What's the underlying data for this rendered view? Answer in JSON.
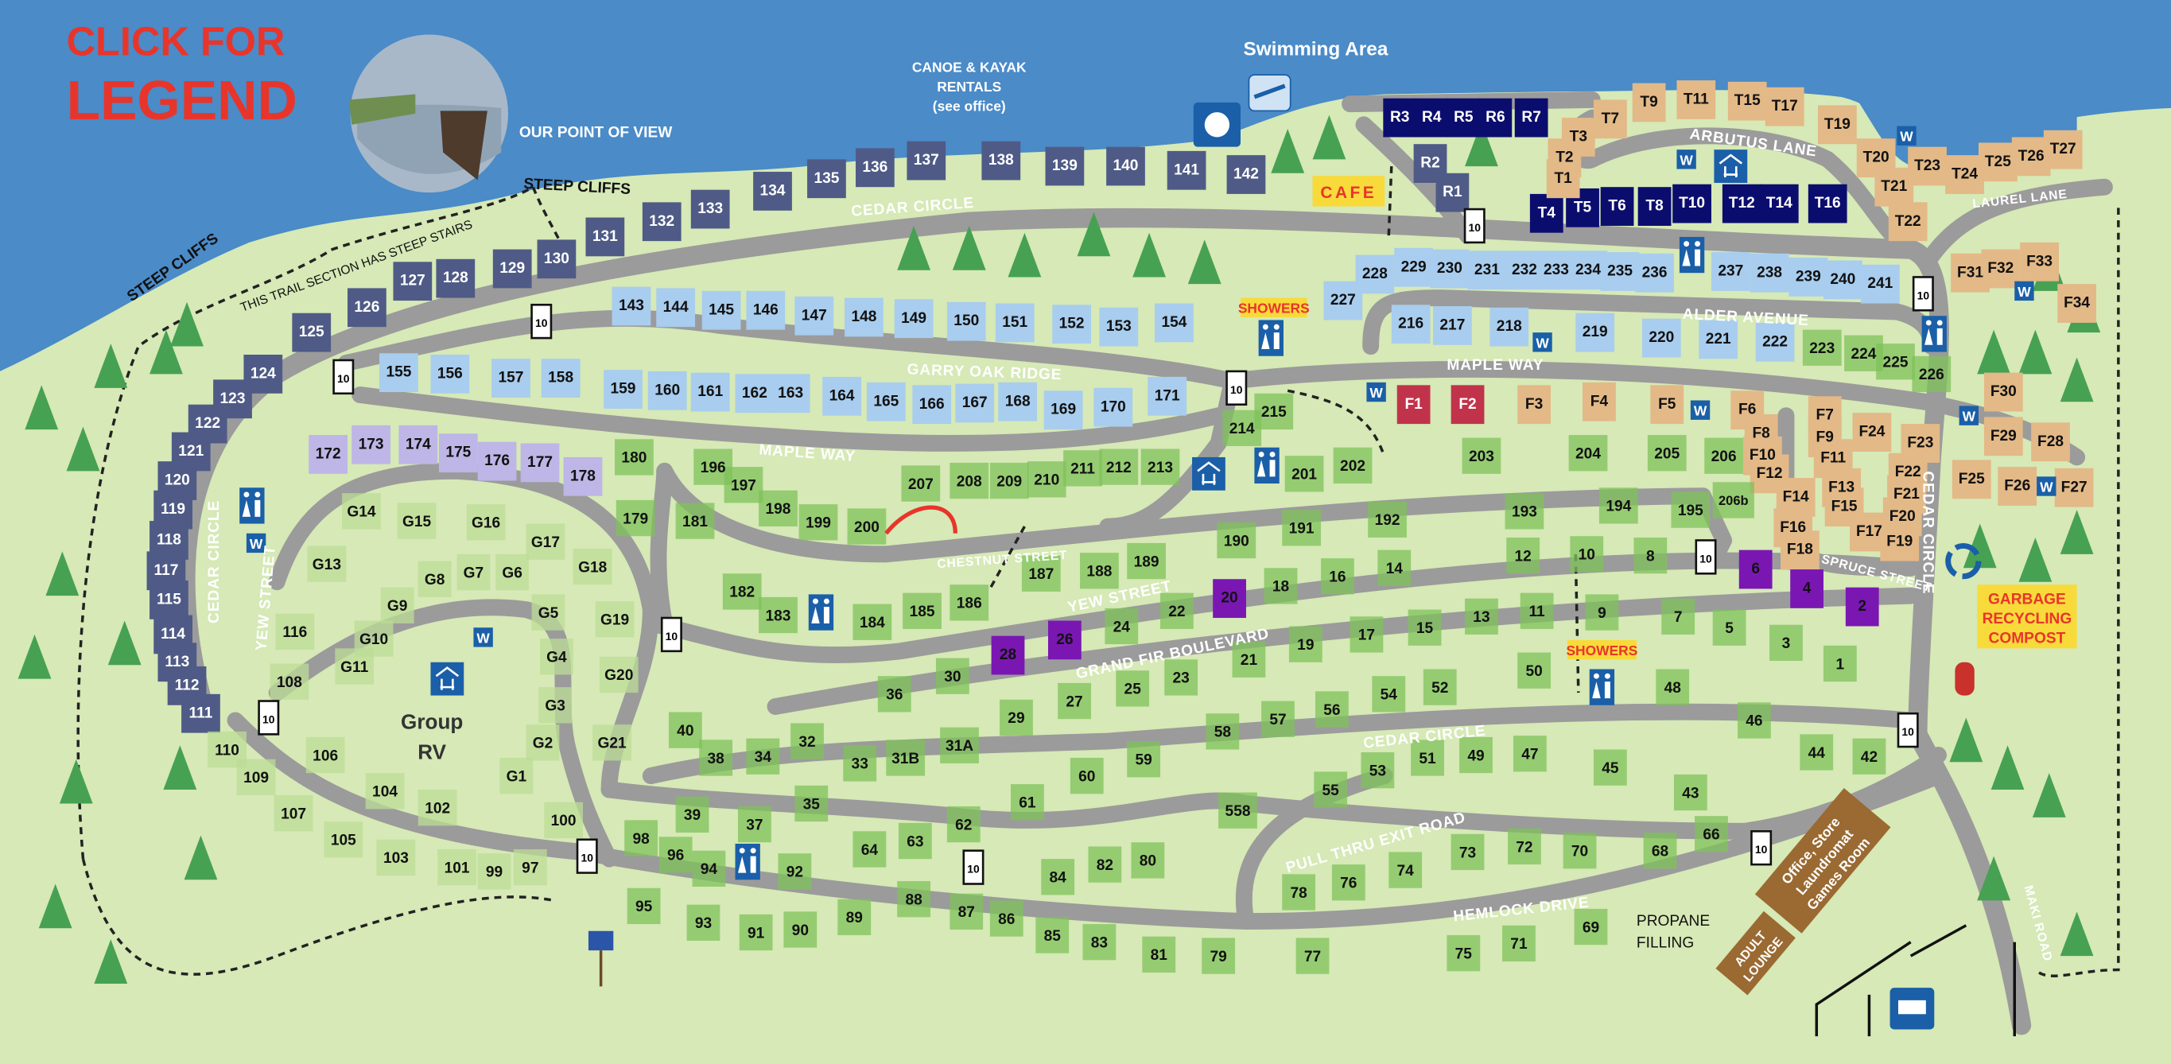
{
  "legend_button": {
    "line1": "CLICK FOR",
    "line2": "LEGEND"
  },
  "labels": {
    "point_of_view": "OUR POINT OF VIEW",
    "steep_cliffs_1": "STEEP CLIFFS",
    "steep_cliffs_2": "STEEP CLIFFS",
    "trail_note": "THIS TRAIL SECTION HAS STEEP STAIRS",
    "canoe_1": "CANOE & KAYAK",
    "canoe_2": "RENTALS",
    "canoe_3": "(see office)",
    "swimming": "Swimming Area",
    "cafe": "CAFE",
    "showers_1": "SHOWERS",
    "showers_2": "SHOWERS",
    "garbage_1": "GARBAGE",
    "garbage_2": "RECYCLING",
    "garbage_3": "COMPOST",
    "group_rv_1": "Group",
    "group_rv_2": "RV",
    "office_1": "Office, Store",
    "office_2": "Laundromat",
    "office_3": "Games Room",
    "lounge_1": "ADULT",
    "lounge_2": "LOUNGE",
    "propane_1": "PROPANE",
    "propane_2": "FILLING",
    "water": "W",
    "speed_limit": "10"
  },
  "roads": {
    "cedar_circle_top": "CEDAR CIRCLE",
    "cedar_circle_left": "CEDAR CIRCLE",
    "cedar_circle_right": "CEDAR CIRCLE",
    "cedar_circle_south": "CEDAR CIRCLE",
    "garry_oak": "GARRY OAK RIDGE",
    "maple_way_1": "MAPLE WAY",
    "maple_way_2": "MAPLE WAY",
    "alder": "ALDER AVENUE",
    "arbutus": "ARBUTUS LANE",
    "laurel": "LAUREL LANE",
    "chestnut": "CHESTNUT STREET",
    "yew_1": "YEW STREET",
    "yew_2": "YEW STREET",
    "grand_fir": "GRAND FIR BOULEVARD",
    "pull_thru": "PULL THRU EXIT ROAD",
    "hemlock": "HEMLOCK DRIVE",
    "spruce": "SPRUCE STREET",
    "maki": "MAKI ROAD"
  },
  "colors": {
    "water": "#4a8bc8",
    "land": "#d6e9b6",
    "road": "#9b9b9b",
    "slate": "#4f5b86",
    "lightblue": "#a8cdee",
    "lavender": "#bdb6e6",
    "green": "#7fc25a",
    "palegreen": "#bcdc95",
    "tan": "#e3b987",
    "navy": "#0b0d6e",
    "red": "#c1334b",
    "purple": "#7a17b3",
    "legend": "#e8352b"
  },
  "sites": {
    "slate": [
      "111",
      "112",
      "113",
      "114",
      "115",
      "117",
      "118",
      "119",
      "120",
      "121",
      "122",
      "123",
      "124",
      "125",
      "126",
      "127",
      "128",
      "129",
      "130",
      "131",
      "132",
      "133",
      "134",
      "135",
      "136",
      "137",
      "138",
      "139",
      "140",
      "141",
      "142",
      "R1",
      "R2"
    ],
    "lightblue": [
      "143",
      "144",
      "145",
      "146",
      "147",
      "148",
      "149",
      "150",
      "151",
      "152",
      "153",
      "154",
      "155",
      "156",
      "157",
      "158",
      "159",
      "160",
      "161",
      "162",
      "163",
      "164",
      "165",
      "166",
      "167",
      "168",
      "169",
      "170",
      "171",
      "216",
      "217",
      "218",
      "219",
      "220",
      "221",
      "222",
      "227",
      "228",
      "229",
      "230",
      "231",
      "232",
      "233",
      "234",
      "235",
      "236",
      "237",
      "238",
      "239",
      "240",
      "241"
    ],
    "lavender": [
      "172",
      "173",
      "174",
      "175",
      "176",
      "177",
      "178"
    ],
    "navy": [
      "R3",
      "R4",
      "R5",
      "R6",
      "R7",
      "T4",
      "T5",
      "T6",
      "T8",
      "T10",
      "T12",
      "T14",
      "T16"
    ],
    "red": [
      "F1",
      "F2"
    ],
    "purple": [
      "2",
      "4",
      "6",
      "20",
      "26",
      "28"
    ],
    "tan": [
      "F3",
      "F4",
      "F5",
      "F6",
      "F7",
      "F8",
      "F9",
      "F10",
      "F11",
      "F12",
      "F13",
      "F14",
      "F15",
      "F16",
      "F17",
      "F18",
      "F19",
      "F20",
      "F21",
      "F22",
      "F23",
      "F24",
      "F25",
      "F26",
      "F27",
      "F28",
      "F29",
      "F30",
      "F31",
      "F32",
      "F33",
      "F34",
      "T1",
      "T2",
      "T3",
      "T7",
      "T9",
      "T11",
      "T15",
      "T17",
      "T19",
      "T20",
      "T21",
      "T22",
      "T23",
      "T24",
      "T25",
      "T26",
      "T27"
    ],
    "green": [
      "1",
      "3",
      "5",
      "7",
      "8",
      "9",
      "10",
      "11",
      "12",
      "13",
      "14",
      "15",
      "16",
      "17",
      "18",
      "19",
      "21",
      "22",
      "23",
      "24",
      "25",
      "27",
      "29",
      "30",
      "31A",
      "31B",
      "32",
      "33",
      "34",
      "35",
      "36",
      "37",
      "38",
      "39",
      "40",
      "42",
      "43",
      "44",
      "45",
      "46",
      "47",
      "48",
      "49",
      "50",
      "51",
      "52",
      "53",
      "54",
      "55",
      "56",
      "57",
      "58",
      "558",
      "59",
      "60",
      "61",
      "62",
      "63",
      "64",
      "66",
      "68",
      "69",
      "70",
      "71",
      "72",
      "73",
      "74",
      "75",
      "76",
      "77",
      "78",
      "79",
      "80",
      "81",
      "82",
      "83",
      "84",
      "85",
      "86",
      "87",
      "88",
      "89",
      "90",
      "91",
      "92",
      "93",
      "94",
      "95",
      "96",
      "98",
      "179",
      "180",
      "181",
      "182",
      "183",
      "184",
      "185",
      "186",
      "187",
      "188",
      "189",
      "190",
      "191",
      "192",
      "193",
      "194",
      "195",
      "196",
      "197",
      "198",
      "199",
      "200",
      "201",
      "202",
      "203",
      "204",
      "205",
      "206",
      "206b",
      "207",
      "208",
      "209",
      "210",
      "211",
      "212",
      "213",
      "214",
      "215",
      "223",
      "224",
      "225",
      "226"
    ],
    "palegreen": [
      "G1",
      "G2",
      "G3",
      "G4",
      "G5",
      "G6",
      "G7",
      "G8",
      "G9",
      "G10",
      "G11",
      "G13",
      "G14",
      "G15",
      "G16",
      "G17",
      "G18",
      "G19",
      "G20",
      "G21",
      "97",
      "99",
      "100",
      "101",
      "102",
      "103",
      "104",
      "105",
      "106",
      "107",
      "108",
      "109",
      "110",
      "116"
    ]
  }
}
